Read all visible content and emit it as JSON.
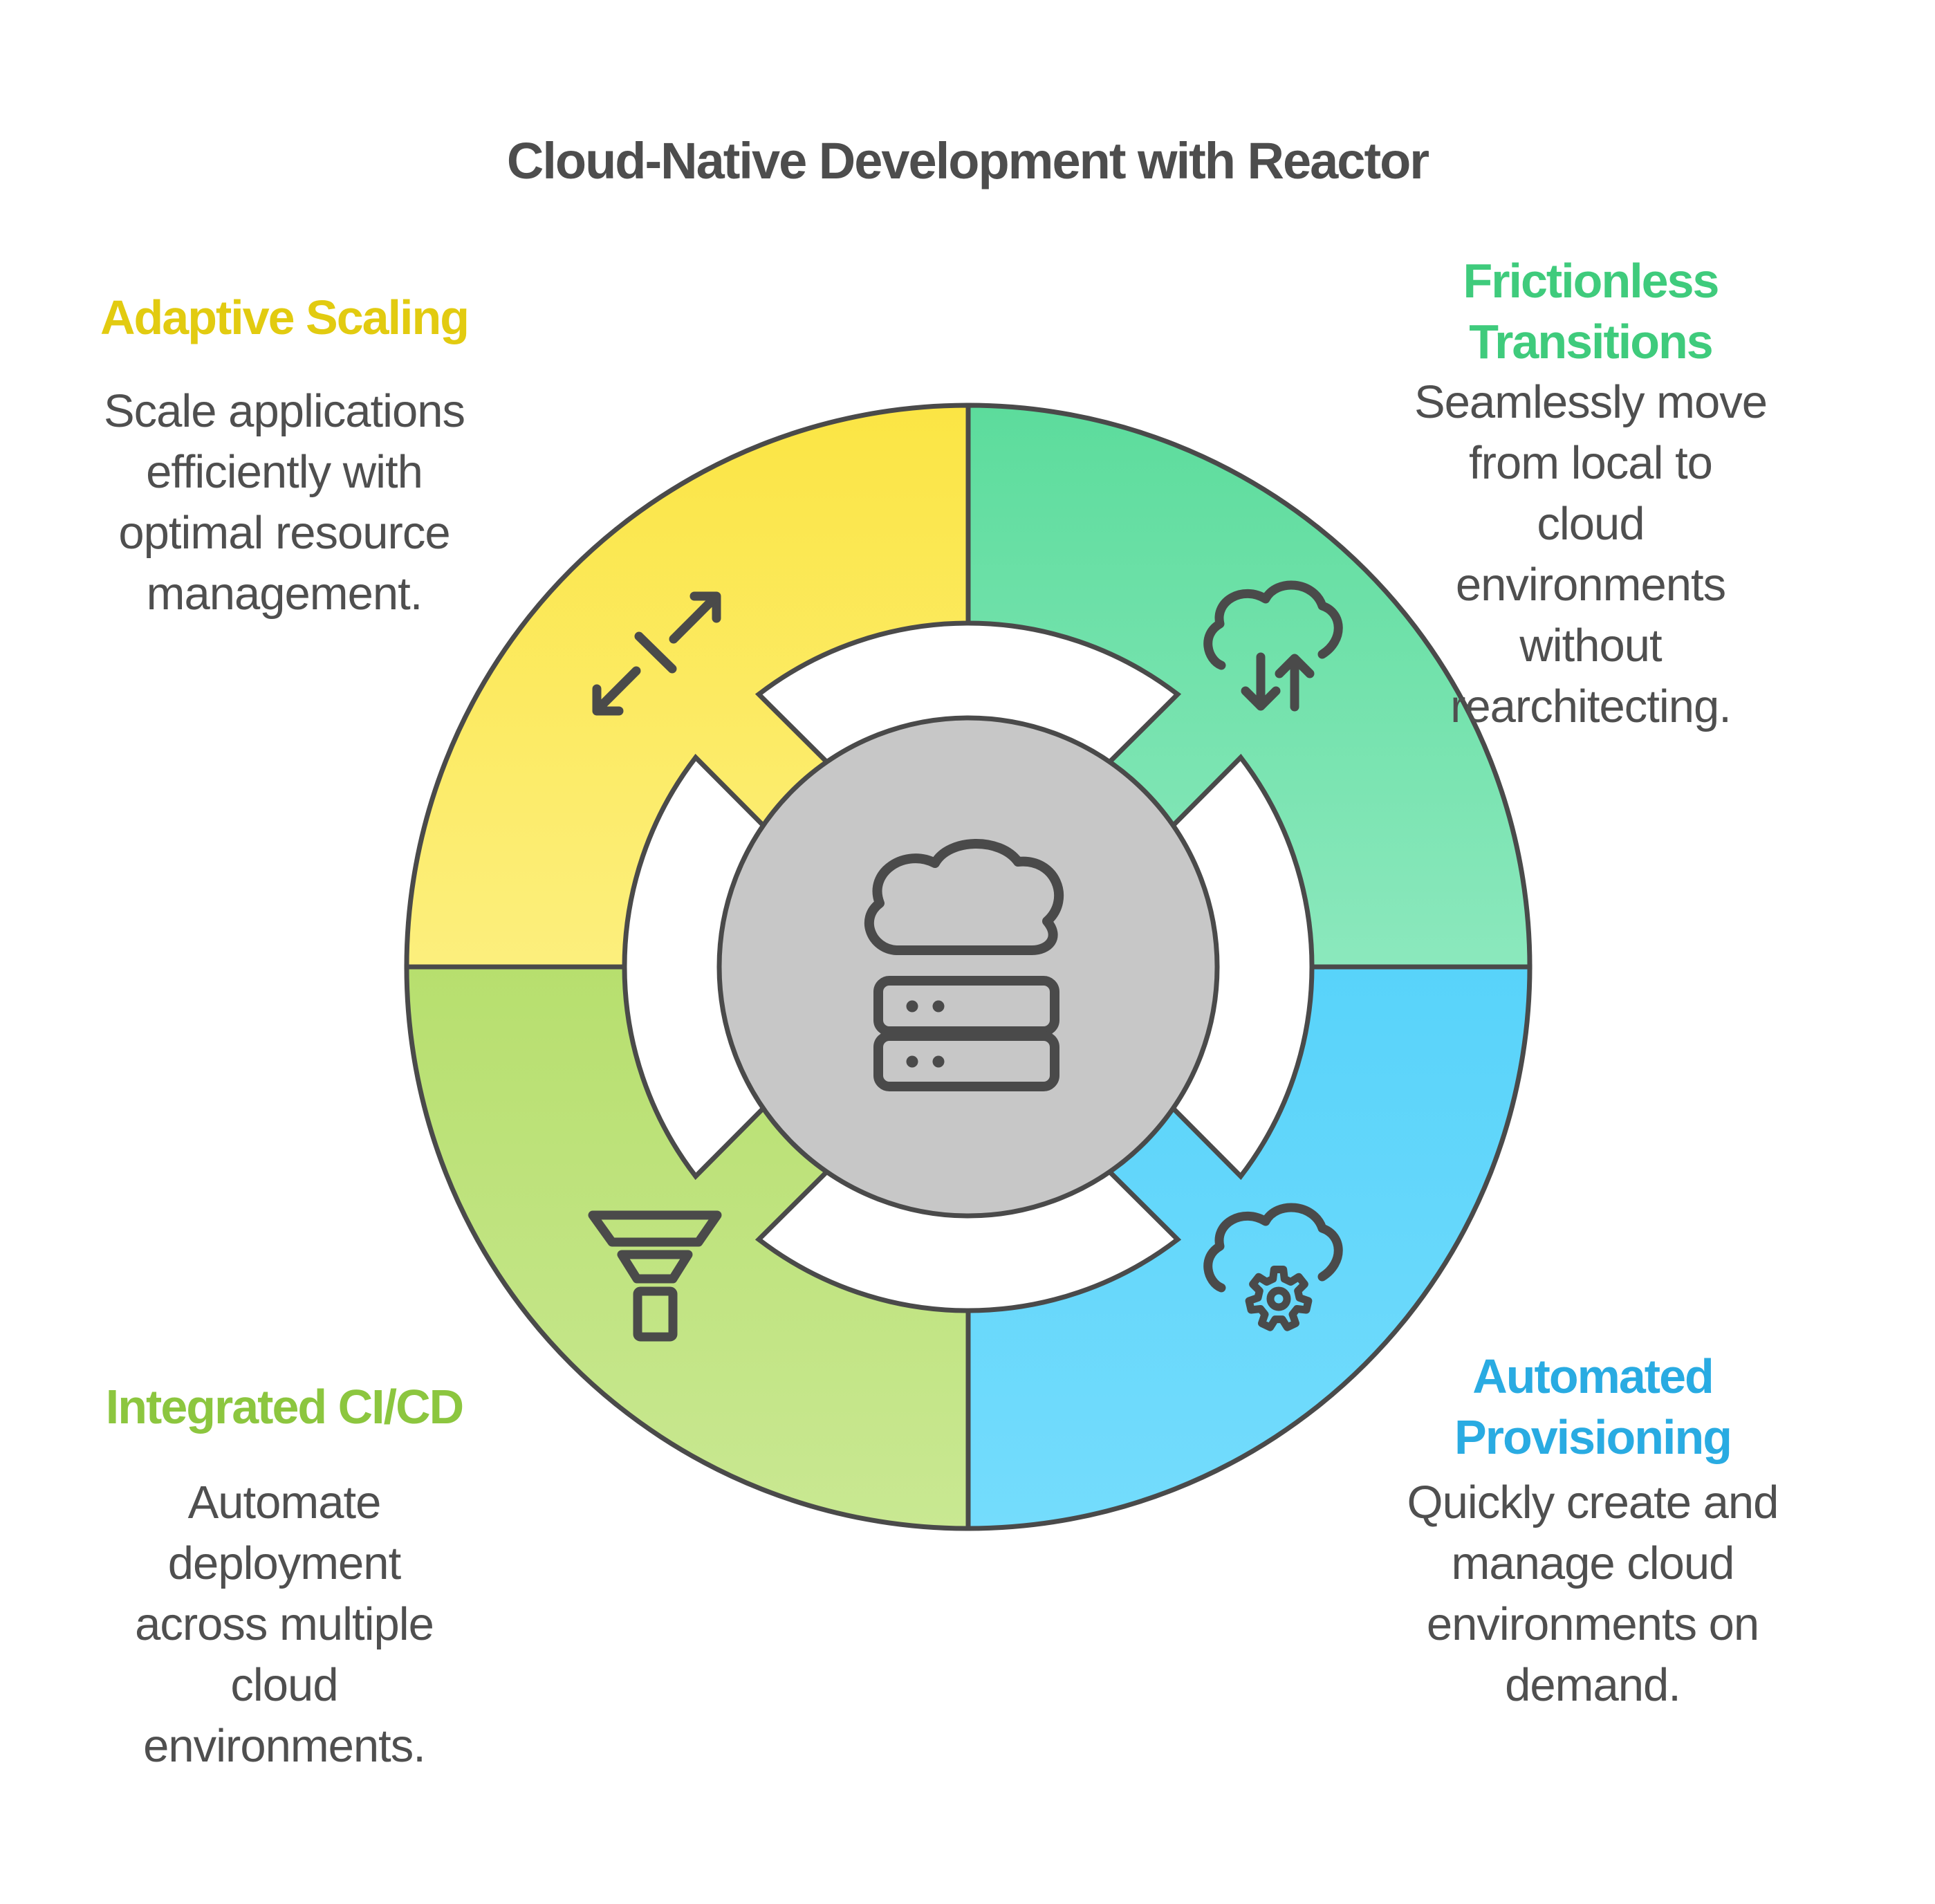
{
  "title": "Cloud-Native Development with Reactor",
  "text_colors": {
    "title": "#4D4D4D",
    "body": "#4F4F4F"
  },
  "wheel": {
    "outline_color": "#4A4A4A",
    "center_fill": "#C7C7C7",
    "background": "#FFFFFF",
    "center_icon": "cloud-server-icon"
  },
  "sections": [
    {
      "id": "adaptive-scaling",
      "heading": "Adaptive Scaling",
      "heading_color": "#E2CB10",
      "body": "Scale applications\nefficiently with\noptimal resource\nmanagement.",
      "wheel_gradient": [
        "#FBE544",
        "#FCEF7D"
      ],
      "icon": "resize-arrows-icon",
      "position": "top-left"
    },
    {
      "id": "frictionless-transitions",
      "heading": "Frictionless\nTransitions",
      "heading_color": "#3FCB7C",
      "body": "Seamlessly move\nfrom local to\ncloud\nenvironments\nwithout\nrearchitecting.",
      "wheel_gradient": [
        "#5CDC9C",
        "#8BE8BD"
      ],
      "icon": "cloud-transfer-icon",
      "position": "top-right"
    },
    {
      "id": "automated-provisioning",
      "heading": "Automated\nProvisioning",
      "heading_color": "#29ABE2",
      "body": "Quickly create and\nmanage cloud\nenvironments on\ndemand.",
      "wheel_gradient": [
        "#58D3FA",
        "#74DCFC"
      ],
      "icon": "cloud-gear-icon",
      "position": "bottom-right"
    },
    {
      "id": "integrated-cicd",
      "heading": "Integrated CI/CD",
      "heading_color": "#8CC63F",
      "body": "Automate\ndeployment\nacross multiple\ncloud\nenvironments.",
      "wheel_gradient": [
        "#B7DF6E",
        "#C9E892"
      ],
      "icon": "funnel-icon",
      "position": "bottom-left"
    }
  ]
}
